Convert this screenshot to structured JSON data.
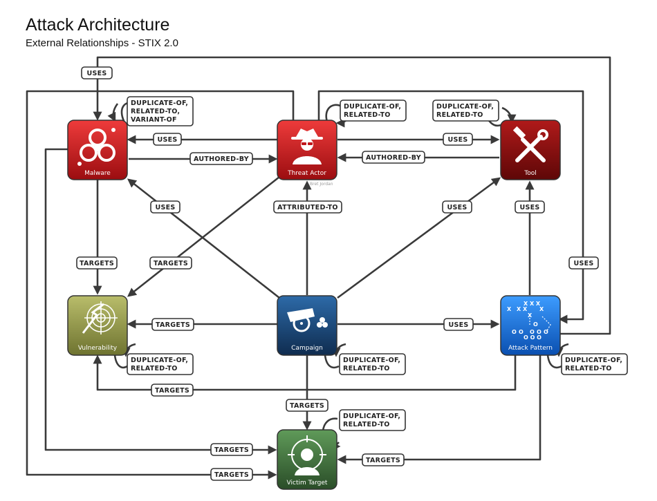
{
  "header": {
    "title": "Attack Architecture",
    "subtitle": "External Relationships - STIX 2.0"
  },
  "nodes": {
    "malware": {
      "label": "Malware",
      "color": "#c0161b"
    },
    "threat_actor": {
      "label": "Threat Actor",
      "color": "#c0161b"
    },
    "tool": {
      "label": "Tool",
      "color": "#8e0c0c"
    },
    "vulnerability": {
      "label": "Vulnerability",
      "color": "#9aa050"
    },
    "campaign": {
      "label": "Campaign",
      "color": "#173e6b"
    },
    "attack_pattern": {
      "label": "Attack Pattern",
      "color": "#1c73e0"
    },
    "victim_target": {
      "label": "Victim Target",
      "color": "#3f6e3c"
    }
  },
  "credit": "Bret Jordan",
  "labels": {
    "uses_top": "USES",
    "malware_self": [
      "DUPLICATE-OF,",
      "RELATED-TO,",
      "VARIANT-OF"
    ],
    "actor_self": [
      "DUPLICATE-OF,",
      "RELATED-TO"
    ],
    "tool_self": [
      "DUPLICATE-OF,",
      "RELATED-TO"
    ],
    "actor_uses_malware": "USES",
    "malware_authored_by": "AUTHORED-BY",
    "actor_uses_tool": "USES",
    "tool_authored_by": "AUTHORED-BY",
    "campaign_uses_malware": "USES",
    "attributed_to": "ATTRIBUTED-TO",
    "campaign_uses_tool": "USES",
    "attack_uses_tool": "USES",
    "malware_targets_vuln": "TARGETS",
    "actor_targets_vuln": "TARGETS",
    "attack_uses_outer": "USES",
    "campaign_targets_vuln": "TARGETS",
    "campaign_uses_attack": "USES",
    "vuln_self": [
      "DUPLICATE-OF,",
      "RELATED-TO"
    ],
    "campaign_self": [
      "DUPLICATE-OF,",
      "RELATED-TO"
    ],
    "attack_self": [
      "DUPLICATE-OF,",
      "RELATED-TO"
    ],
    "attack_targets_vuln": "TARGETS",
    "campaign_targets_victim": "TARGETS",
    "victim_self": [
      "DUPLICATE-OF,",
      "RELATED-TO"
    ],
    "malware_targets_victim": "TARGETS",
    "actor_targets_victim": "TARGETS",
    "attack_targets_victim": "TARGETS"
  }
}
